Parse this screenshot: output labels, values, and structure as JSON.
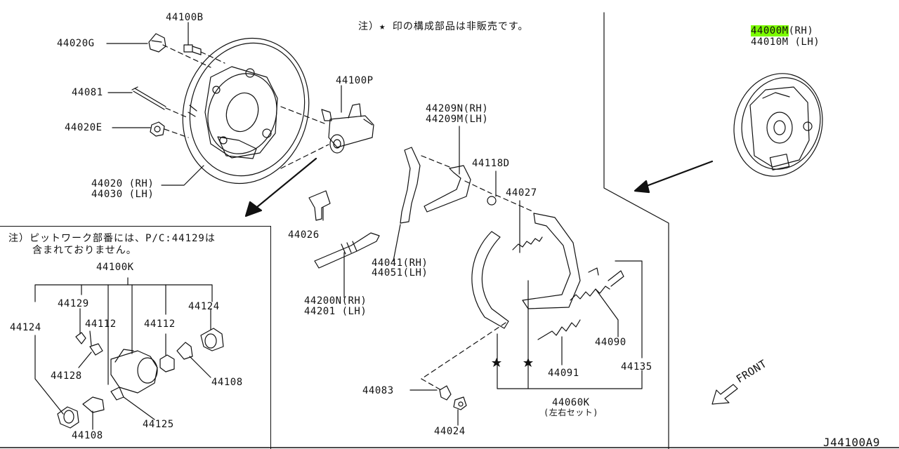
{
  "diagram_code": "J44100A9",
  "notes": {
    "top": "注）★ 印の構成部品は非販売です。",
    "inset_line1": "注）ピットワーク部番には、P/C:44129は",
    "inset_line2": "含まれておりません。"
  },
  "front_label": "FRONT",
  "parts": {
    "p44000M": "44000M",
    "p44000M_side": "(RH)",
    "p44010M": "44010M (LH)",
    "p44100B": "44100B",
    "p44020G": "44020G",
    "p44081": "44081",
    "p44020E": "44020E",
    "p44020": "44020 (RH)",
    "p44030": "44030 (LH)",
    "p44100P": "44100P",
    "p44026": "44026",
    "p44209N": "44209N(RH)",
    "p44209M": "44209M(LH)",
    "p44118D": "44118D",
    "p44027": "44027",
    "p44041": "44041(RH)",
    "p44051": "44051(LH)",
    "p44200N": "44200N(RH)",
    "p44201": "44201  (LH)",
    "p44090": "44090",
    "p44135": "44135",
    "p44091": "44091",
    "p44083": "44083",
    "p44060K": "44060K",
    "p44060K_sub": "(左右セット)",
    "p44024": "44024",
    "p44100K": "44100K",
    "p44129": "44129",
    "p44124_right": "44124",
    "p44124_left": "44124",
    "p44112_a": "44112",
    "p44112_b": "44112",
    "p44128": "44128",
    "p44108_right": "44108",
    "p44108_left": "44108",
    "p44125": "44125"
  },
  "colors": {
    "line": "#111111",
    "highlight": "#7CFC00",
    "background": "#ffffff"
  }
}
